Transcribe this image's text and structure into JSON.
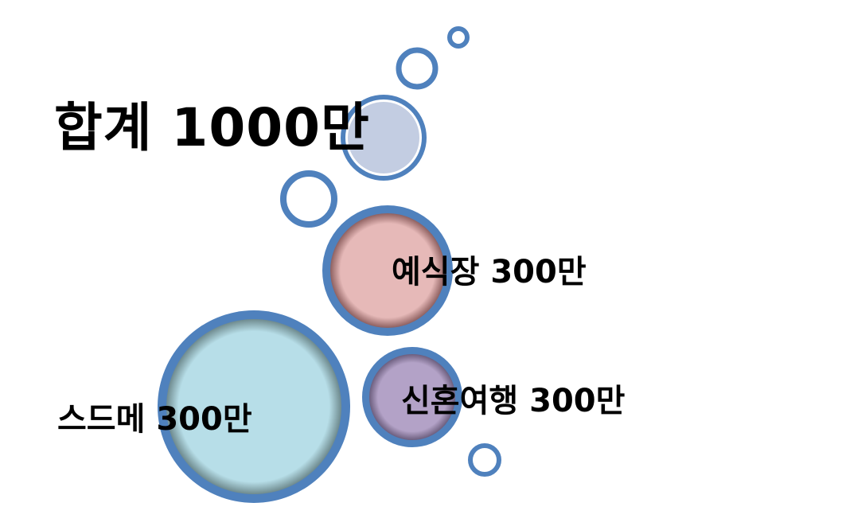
{
  "total": {
    "text": "합계 1000만"
  },
  "items": [
    {
      "key": "venue",
      "text": "예식장 300만",
      "color": "#E6B9B8"
    },
    {
      "key": "sdm",
      "text": "스드메 300만",
      "color": "#B7DEE8"
    },
    {
      "key": "honeymoon",
      "text": "신혼여행 300만",
      "color": "#B3A2C7"
    }
  ],
  "colors": {
    "ring": "#4F81BD",
    "total_fill": "#C3CDE2",
    "background": "#FFFFFF",
    "text": "#000000"
  }
}
